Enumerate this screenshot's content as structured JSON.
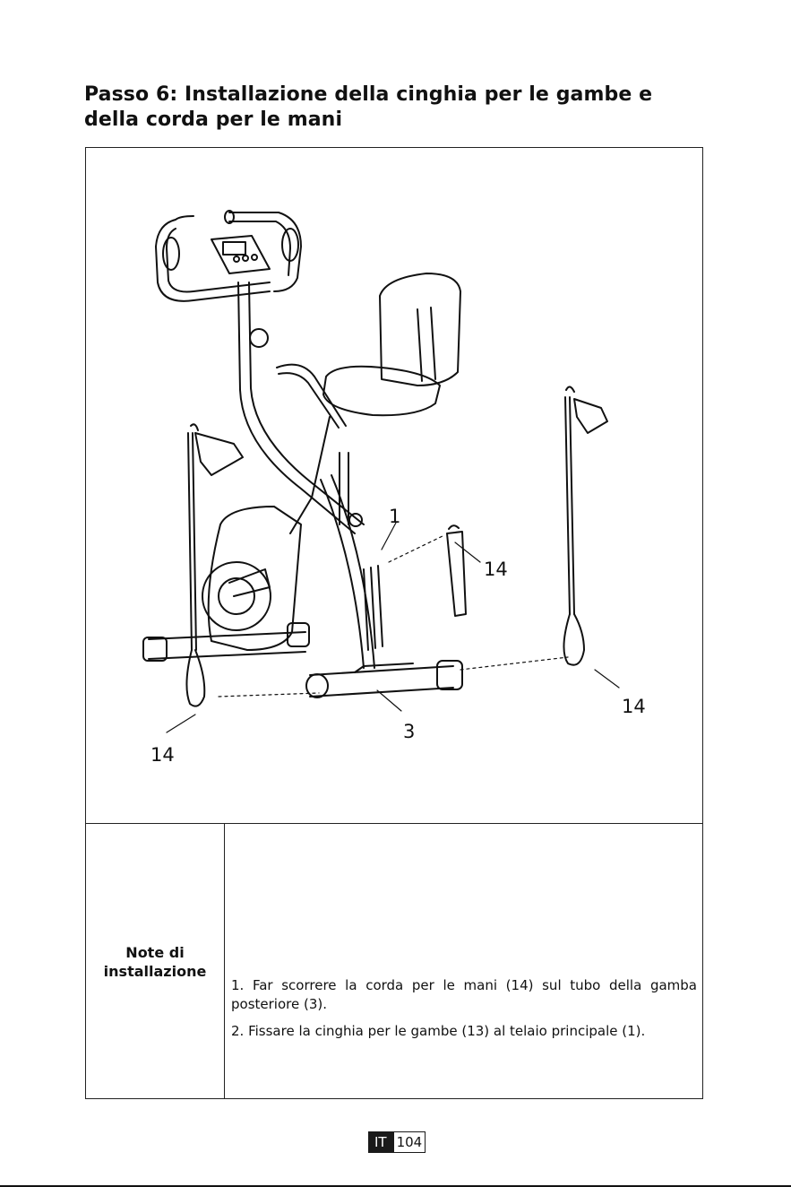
{
  "title": "Passo 6: Installazione della cinghia per le gambe e della corda per le mani",
  "figure": {
    "callouts": [
      "1",
      "14",
      "14",
      "3",
      "14"
    ]
  },
  "notes": {
    "label": "Note di installazione",
    "items": [
      "1. Far scorrere la corda per le mani (14) sul tubo della gamba posteriore (3).",
      "2. Fissare la cinghia per le gambe (13) al telaio principale (1)."
    ]
  },
  "footer": {
    "language": "IT",
    "page_number": "104"
  }
}
